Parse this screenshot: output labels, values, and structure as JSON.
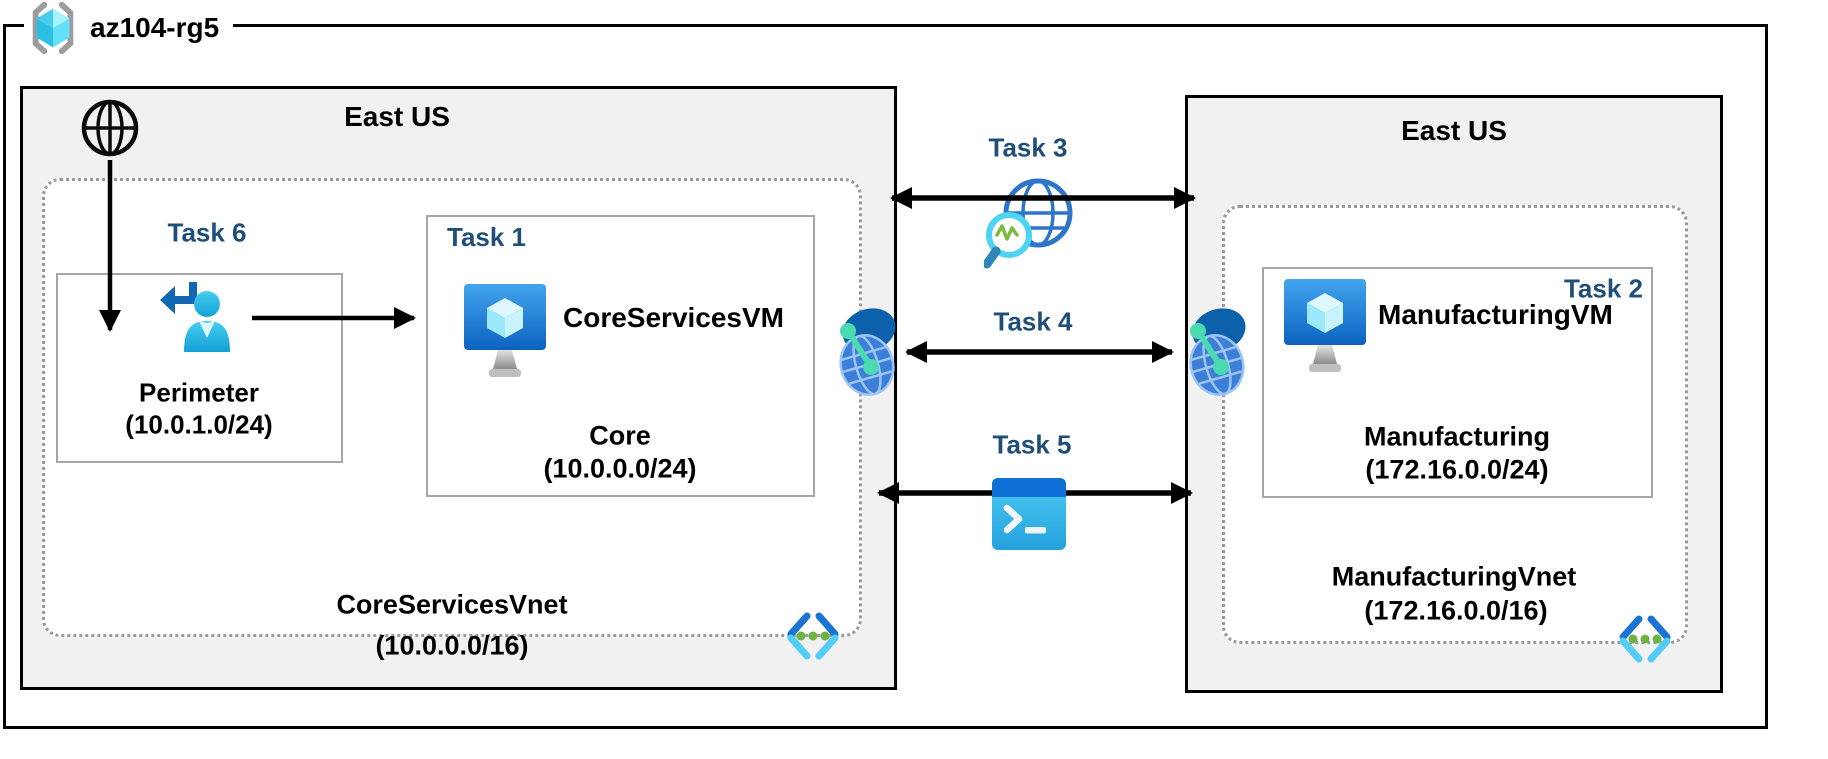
{
  "resource_group": {
    "name": "az104-rg5"
  },
  "left_region": {
    "title": "East US",
    "vnet": {
      "name": "CoreServicesVnet",
      "cidr": "(10.0.0.0/16)",
      "perimeter": {
        "task": "Task 6",
        "name": "Perimeter",
        "cidr": "(10.0.1.0/24)"
      },
      "core": {
        "task": "Task 1",
        "vm": "CoreServicesVM",
        "name": "Core",
        "cidr": "(10.0.0.0/24)"
      }
    }
  },
  "right_region": {
    "title": "East US",
    "vnet": {
      "name": "ManufacturingVnet",
      "cidr": "(172.16.0.0/16)",
      "manufacturing": {
        "task": "Task 2",
        "vm": "ManufacturingVM",
        "name": "Manufacturing",
        "cidr": "(172.16.0.0/24)"
      }
    }
  },
  "connections": {
    "task3": {
      "label": "Task 3",
      "icon": "network-watcher-icon"
    },
    "task4": {
      "label": "Task 4",
      "icon": "vnet-peering-icon"
    },
    "task5": {
      "label": "Task 5",
      "icon": "cloud-shell-terminal-icon"
    }
  },
  "icons": {
    "resource_group": "resource-group-icon",
    "internet": "internet-globe-icon",
    "perimeter_user": "perimeter-inbound-user-icon",
    "virtual_machine": "virtual-machine-icon",
    "vnet_peering": "vnet-peering-icon",
    "network_watcher": "network-watcher-icon",
    "cloud_shell": "cloud-shell-terminal-icon",
    "code_brackets": "code-brackets-icon"
  },
  "colors": {
    "task_label": "#1F4E79",
    "region_fill": "#F1F1F1",
    "region_border": "#000000",
    "subnet_border": "#A6A6A6",
    "vnet_border": "#999999",
    "arrow": "#000000",
    "vm_blue": "#0C62C0",
    "cyan": "#50E6FF"
  }
}
